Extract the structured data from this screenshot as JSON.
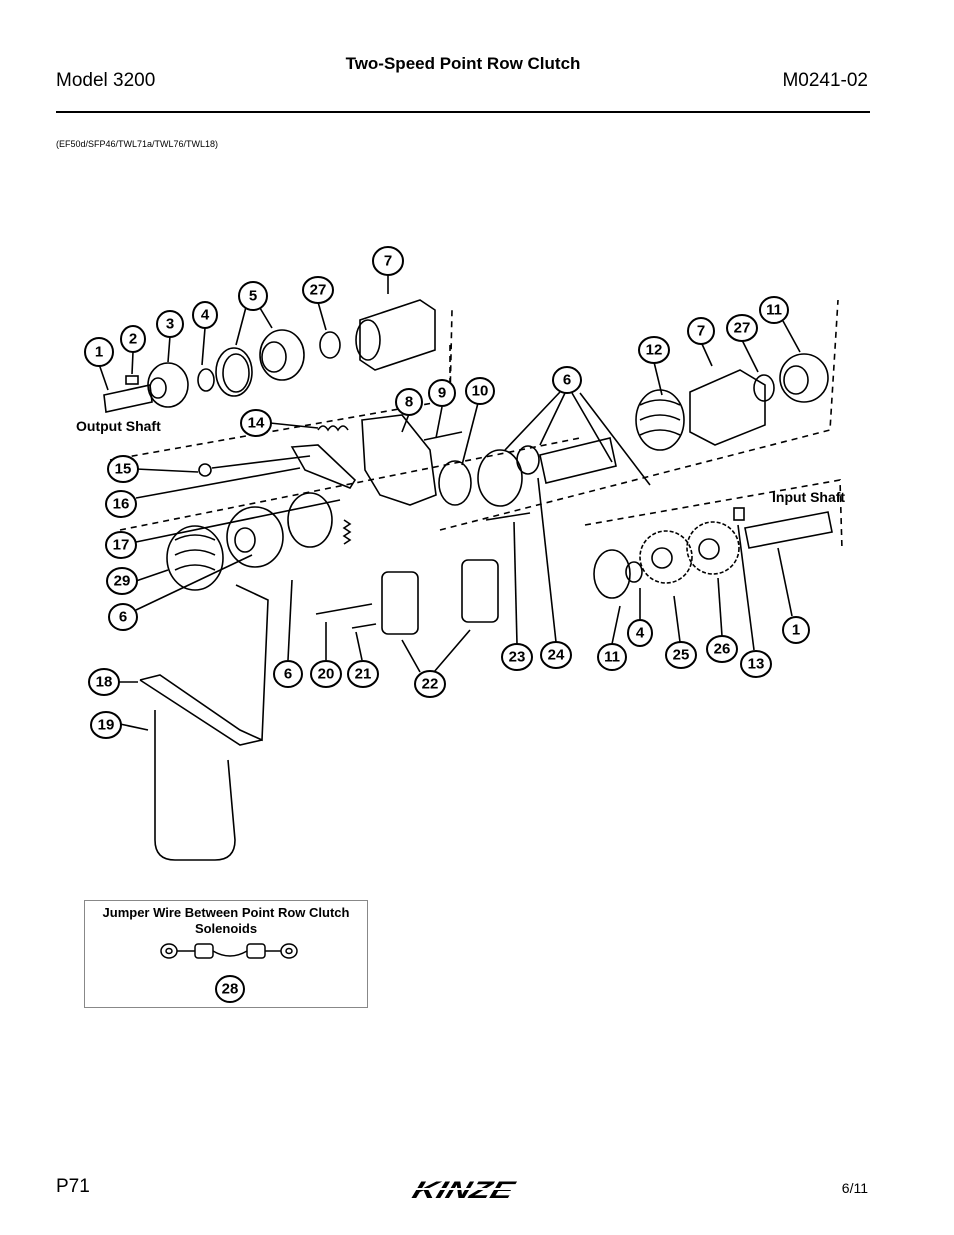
{
  "header": {
    "model": "Model 3200",
    "title": "Two-Speed Point Row Clutch",
    "manual_number": "M0241-02",
    "codes": "(EF50d/SFP46/TWL71a/TWL76/TWL18)"
  },
  "labels": {
    "output_shaft": "Output Shaft",
    "input_shaft": "Input Shaft"
  },
  "callouts": [
    "1",
    "2",
    "3",
    "4",
    "5",
    "27",
    "7",
    "14",
    "8",
    "9",
    "10",
    "6",
    "12",
    "7",
    "27",
    "11",
    "15",
    "16",
    "17",
    "29",
    "6",
    "18",
    "19",
    "6",
    "20",
    "21",
    "22",
    "23",
    "24",
    "11",
    "4",
    "25",
    "26",
    "13",
    "1",
    "Input Shaft"
  ],
  "inset": {
    "title": "Jumper Wire Between Point Row Clutch Solenoids",
    "callout": "28"
  },
  "footer": {
    "page": "P71",
    "brand": "KINZE",
    "date": "6/11"
  }
}
